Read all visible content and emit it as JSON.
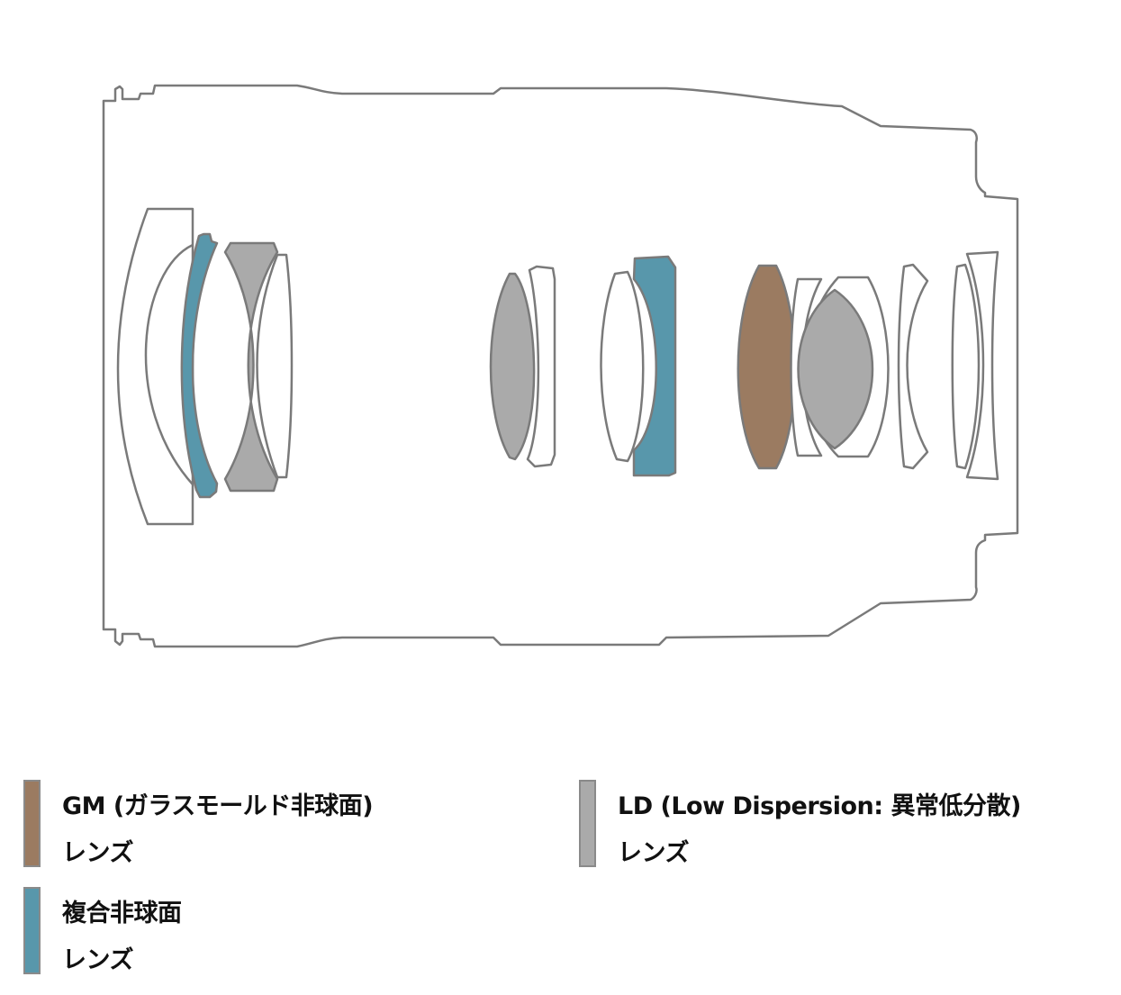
{
  "colors": {
    "outline": "#7a7a7a",
    "gm": "#9b7b61",
    "aspherical": "#5897ab",
    "ld": "#aaaaaa",
    "plain": "#ffffff"
  },
  "legend": [
    {
      "id": "gm",
      "line1": "GM (ガラスモールド非球面)",
      "line2": "レンズ",
      "color": "#9b7b61"
    },
    {
      "id": "ld",
      "line1": "LD (Low Dispersion: 異常低分散)",
      "line2": "レンズ",
      "color": "#aaaaaa"
    },
    {
      "id": "aspherical",
      "line1": "複合非球面",
      "line2": "レンズ",
      "color": "#5897ab"
    }
  ]
}
